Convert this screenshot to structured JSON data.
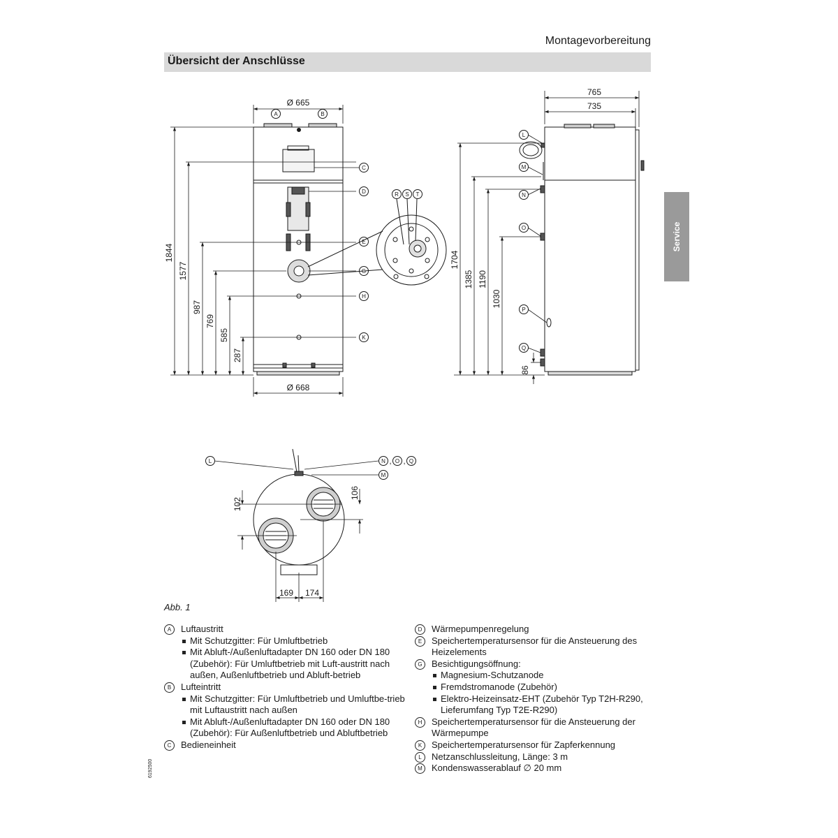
{
  "header": {
    "section": "Montagevorbereitung",
    "title": "Übersicht der Anschlüsse"
  },
  "side_tab": "Service",
  "figure": {
    "caption": "Abb. 1",
    "doc_id": "6192500",
    "front": {
      "dia_top": "Ø 665",
      "dia_bottom": "Ø 668",
      "h_1844": "1844",
      "h_1577": "1577",
      "h_987": "987",
      "h_769": "769",
      "h_585": "585",
      "h_287": "287"
    },
    "side": {
      "w_765": "765",
      "w_735": "735",
      "h_1704": "1704",
      "h_1385": "1385",
      "h_1190": "1190",
      "h_1030": "1030",
      "h_86": "86"
    },
    "top": {
      "d_102": "102",
      "d_106": "106",
      "d_169": "169",
      "d_174": "174",
      "sep": ","
    },
    "labels": [
      "A",
      "B",
      "C",
      "D",
      "E",
      "G",
      "H",
      "K",
      "L",
      "M",
      "N",
      "O",
      "P",
      "Q",
      "R",
      "S",
      "T"
    ]
  },
  "legend": {
    "left": [
      {
        "key": "A",
        "text": "Luftaustritt",
        "bullets": [
          "Mit Schutzgitter: Für Umluftbetrieb",
          "Mit Abluft-/Außenluftadapter DN 160 oder DN 180 (Zubehör): Für Umluftbetrieb mit Luft-austritt nach außen, Außenluftbetrieb und Abluft-betrieb"
        ]
      },
      {
        "key": "B",
        "text": "Lufteintritt",
        "bullets": [
          "Mit Schutzgitter: Für Umluftbetrieb und Umluftbe-trieb mit Luftaustritt nach außen",
          "Mit Abluft-/Außenluftadapter DN 160 oder DN 180 (Zubehör): Für Außenluftbetrieb und Abluftbetrieb"
        ]
      },
      {
        "key": "C",
        "text": "Bedieneinheit",
        "bullets": []
      }
    ],
    "right": [
      {
        "key": "D",
        "text": "Wärmepumpenregelung",
        "bullets": []
      },
      {
        "key": "E",
        "text": "Speichertemperatursensor für die Ansteuerung des Heizelements",
        "bullets": []
      },
      {
        "key": "G",
        "text": "Besichtigungsöffnung:",
        "bullets": [
          "Magnesium-Schutzanode",
          "Fremdstromanode (Zubehör)",
          "Elektro-Heizeinsatz-EHT (Zubehör Typ T2H-R290, Lieferumfang Typ T2E-R290)"
        ]
      },
      {
        "key": "H",
        "text": "Speichertemperatursensor für die Ansteuerung der Wärmepumpe",
        "bullets": []
      },
      {
        "key": "K",
        "text": "Speichertemperatursensor für Zapferkennung",
        "bullets": []
      },
      {
        "key": "L",
        "text": "Netzanschlussleitung, Länge: 3 m",
        "bullets": []
      },
      {
        "key": "M",
        "text": "Kondenswasserablauf ∅ 20 mm",
        "bullets": []
      }
    ]
  }
}
